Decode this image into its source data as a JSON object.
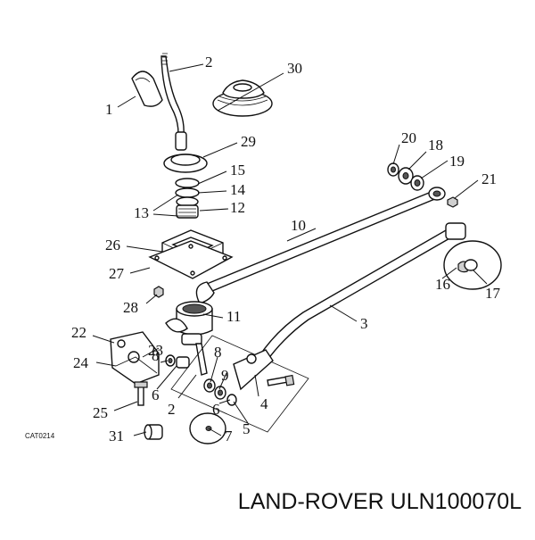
{
  "diagram": {
    "catalog_code": "CAT0214",
    "callouts": [
      {
        "id": "c1",
        "text": "1"
      },
      {
        "id": "c2a",
        "text": "2"
      },
      {
        "id": "c30",
        "text": "30"
      },
      {
        "id": "c29",
        "text": "29"
      },
      {
        "id": "c15",
        "text": "15"
      },
      {
        "id": "c14",
        "text": "14"
      },
      {
        "id": "c13",
        "text": "13"
      },
      {
        "id": "c12",
        "text": "12"
      },
      {
        "id": "c20",
        "text": "20"
      },
      {
        "id": "c18",
        "text": "18"
      },
      {
        "id": "c19",
        "text": "19"
      },
      {
        "id": "c21",
        "text": "21"
      },
      {
        "id": "c10",
        "text": "10"
      },
      {
        "id": "c26",
        "text": "26"
      },
      {
        "id": "c27",
        "text": "27"
      },
      {
        "id": "c28",
        "text": "28"
      },
      {
        "id": "c16",
        "text": "16"
      },
      {
        "id": "c17",
        "text": "17"
      },
      {
        "id": "c11",
        "text": "11"
      },
      {
        "id": "c3",
        "text": "3"
      },
      {
        "id": "c22",
        "text": "22"
      },
      {
        "id": "c23",
        "text": "23"
      },
      {
        "id": "c24",
        "text": "24"
      },
      {
        "id": "c8a",
        "text": "8"
      },
      {
        "id": "c8b",
        "text": "8"
      },
      {
        "id": "c9",
        "text": "9"
      },
      {
        "id": "c6a",
        "text": "6"
      },
      {
        "id": "c6b",
        "text": "6"
      },
      {
        "id": "c2b",
        "text": "2"
      },
      {
        "id": "c4",
        "text": "4"
      },
      {
        "id": "c25",
        "text": "25"
      },
      {
        "id": "c5",
        "text": "5"
      },
      {
        "id": "c7",
        "text": "7"
      },
      {
        "id": "c31",
        "text": "31"
      }
    ]
  },
  "footer": {
    "part_label": "LAND-ROVER ULN100070L"
  }
}
